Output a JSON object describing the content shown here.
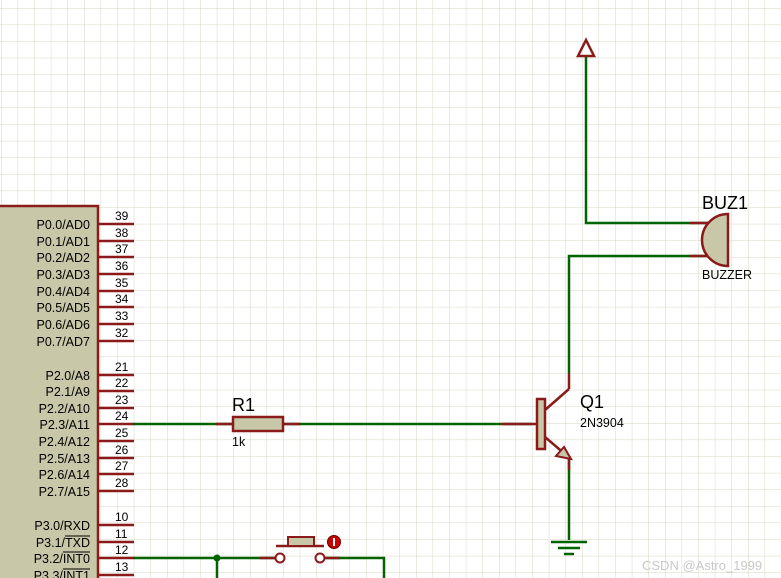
{
  "mcu": {
    "pins": [
      {
        "label": "P0.0/AD0",
        "num": "39"
      },
      {
        "label": "P0.1/AD1",
        "num": "38"
      },
      {
        "label": "P0.2/AD2",
        "num": "37"
      },
      {
        "label": "P0.3/AD3",
        "num": "36"
      },
      {
        "label": "P0.4/AD4",
        "num": "35"
      },
      {
        "label": "P0.5/AD5",
        "num": "34"
      },
      {
        "label": "P0.6/AD6",
        "num": "33"
      },
      {
        "label": "P0.7/AD7",
        "num": "32"
      },
      {
        "label": "P2.0/A8",
        "num": "21"
      },
      {
        "label": "P2.1/A9",
        "num": "22"
      },
      {
        "label": "P2.2/A10",
        "num": "23"
      },
      {
        "label": "P2.3/A11",
        "num": "24"
      },
      {
        "label": "P2.4/A12",
        "num": "25"
      },
      {
        "label": "P2.5/A13",
        "num": "26"
      },
      {
        "label": "P2.6/A14",
        "num": "27"
      },
      {
        "label": "P2.7/A15",
        "num": "28"
      },
      {
        "label": "P3.0/RXD",
        "num": "10"
      },
      {
        "label": "P3.1/TXD",
        "num": "11"
      },
      {
        "label": "P3.2/INT0",
        "num": "12"
      },
      {
        "label": "P3.3/INT1",
        "num": "13"
      }
    ]
  },
  "r1": {
    "ref": "R1",
    "value": "1k"
  },
  "q1": {
    "ref": "Q1",
    "value": "2N3904"
  },
  "buz1": {
    "ref": "BUZ1",
    "value": "BUZZER"
  },
  "watermark": "CSDN @Astro_1999",
  "colors": {
    "background": "#ffffff",
    "grid": "#d6d6c4",
    "wire": "#006400",
    "component": "#8b1a1a",
    "body_fill": "#c8c8a8",
    "junction": "#006400"
  }
}
